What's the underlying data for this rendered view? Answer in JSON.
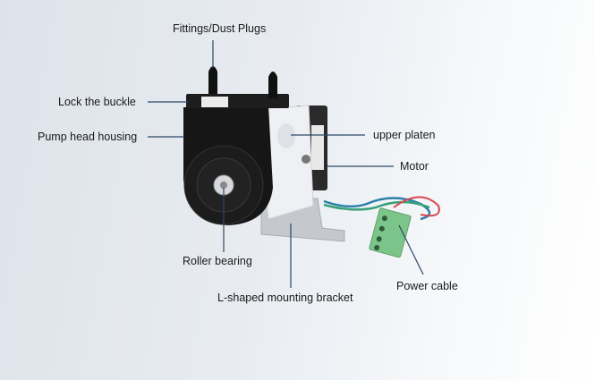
{
  "title": "Peristaltic pump components",
  "labels": {
    "fittings": "Fittings/Dust Plugs",
    "lock": "Lock the buckle",
    "housing": "Pump head housing",
    "platen": "upper platen",
    "motor": "Motor",
    "roller": "Roller bearing",
    "bracket": "L-shaped mounting bracket",
    "power": "Power cable"
  },
  "colors": {
    "leader": "#2b4866",
    "housing": "#141414",
    "connector": "#7cc58a"
  }
}
